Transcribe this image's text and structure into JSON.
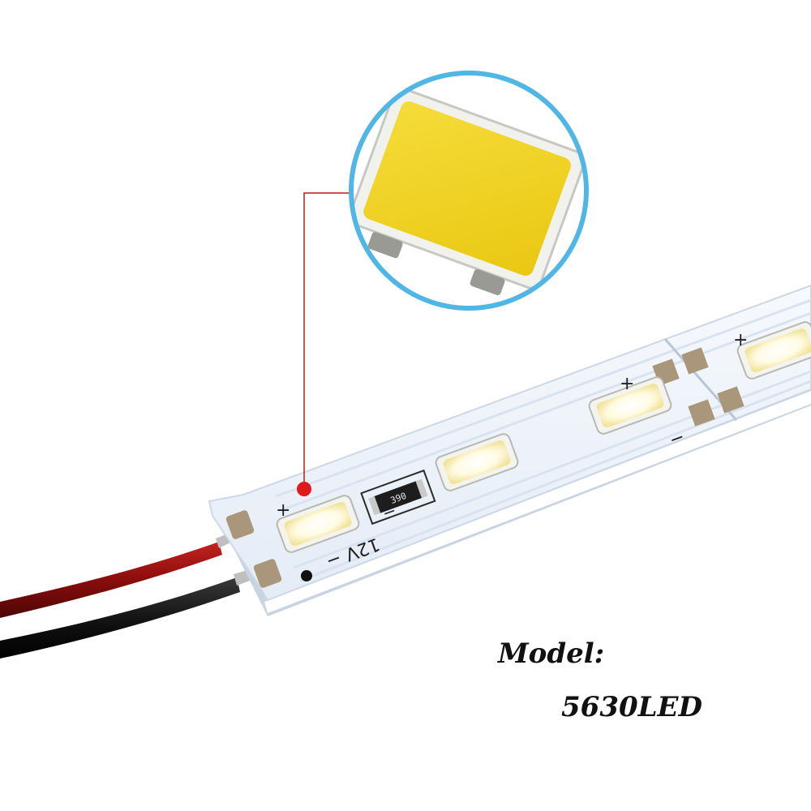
{
  "product": {
    "strip_markings": {
      "plus_sign": "+",
      "minus_sign": "−",
      "voltage_minus": "12V −",
      "resistor_code": "390"
    },
    "colors": {
      "background": "#ffffff",
      "pcb": "#eef3fa",
      "pcb_edge": "#c9d4e2",
      "led_face": "#fffbe3",
      "led_glow": "#f4e9a8",
      "led_body": "#f3f3ef",
      "zoom_led_face": "#f1d21c",
      "zoom_ring": "#4fb6e6",
      "callout_line": "#c01818",
      "wire_red": "#8a0d0d",
      "wire_black": "#141414",
      "solder_pad": "#a9967b"
    }
  },
  "caption": {
    "model_label": "Model:",
    "model_value": "5630LED"
  }
}
